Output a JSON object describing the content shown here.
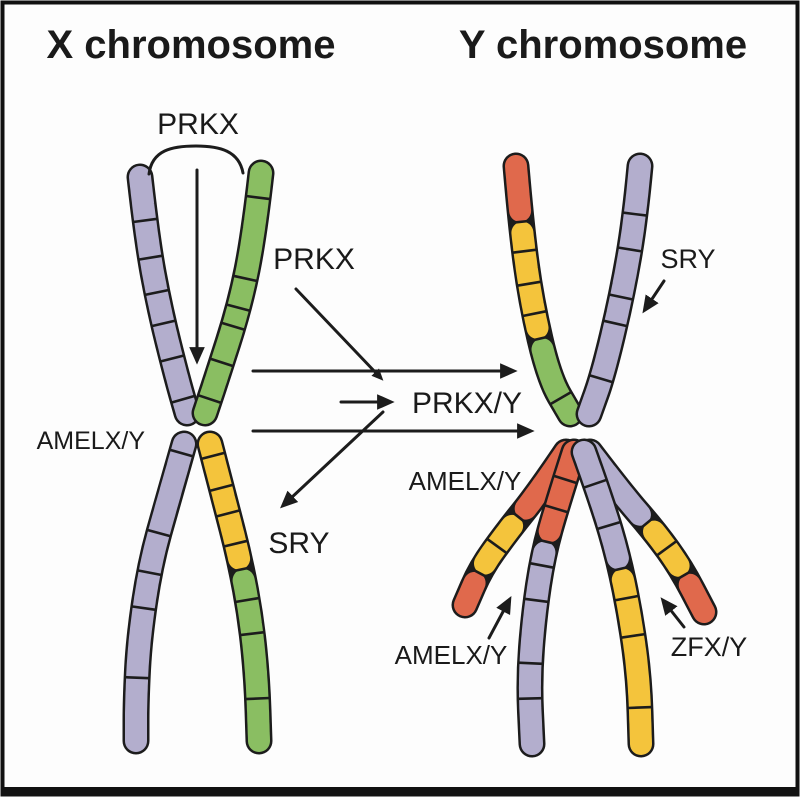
{
  "figure": {
    "left_title": "X chromosome",
    "right_title": "Y chromosome"
  },
  "labels": {
    "prkx_top": "PRKX",
    "prkx_side": "PRKX",
    "prkxy": "PRKX/Y",
    "amelxy_x": "AMELX/Y",
    "sry_x": "SRY",
    "sry_y": "SRY",
    "amelxy_y_center": "AMELX/Y",
    "amelxy_y_bottom": "AMELX/Y",
    "zfxy": "ZFX/Y"
  },
  "palette": {
    "purple": "#b3aecd",
    "green": "#8abe62",
    "yellow": "#f4c43c",
    "red": "#e0694c",
    "outline": "#1c1c1c",
    "text": "#1a1a1a",
    "background": "#fdfdfd",
    "frame": "#111111"
  }
}
